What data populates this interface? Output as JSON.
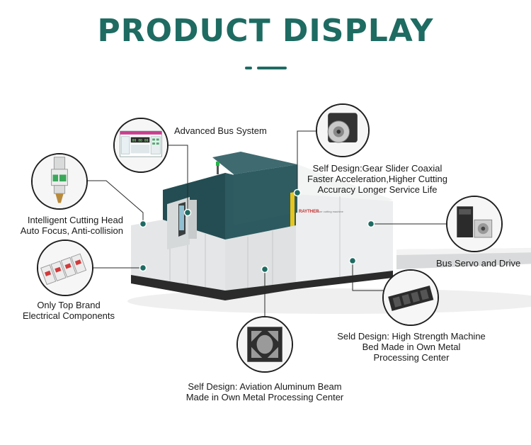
{
  "header": {
    "title": "PRODUCT DISPLAY"
  },
  "machine": {
    "brand": "RAYTHER",
    "brand_subtitle": "laser cutting machine",
    "display_digits": "00 80 00",
    "colors": {
      "accent": "#1e6b62",
      "body": "#e9ebec",
      "dark": "#2b2b2b",
      "yellow": "#e8c51a"
    }
  },
  "features": [
    {
      "id": "bus-system",
      "icon": "control-screen-icon",
      "lines": [
        "Advanced Bus System"
      ]
    },
    {
      "id": "cutting-head",
      "icon": "laser-head-icon",
      "lines": [
        "Intelligent Cutting Head",
        "Auto Focus, Anti-collision"
      ]
    },
    {
      "id": "electrical",
      "icon": "electrical-components-icon",
      "lines": [
        "Only Top Brand",
        "Electrical Components"
      ]
    },
    {
      "id": "gear-slider",
      "icon": "gear-reducer-icon",
      "lines": [
        "Self Design:Gear Slider Coaxial",
        "Faster Acceleration,Higher Cutting",
        "Accuracy Longer Service Life"
      ]
    },
    {
      "id": "servo",
      "icon": "servo-motor-icon",
      "lines": [
        "Bus Servo and Drive"
      ]
    },
    {
      "id": "machine-bed",
      "icon": "machine-bed-icon",
      "lines": [
        "Seld Design: High Strength Machine",
        "Bed Made in Own Metal",
        "Processing Center"
      ]
    },
    {
      "id": "aluminum-beam",
      "icon": "aluminum-beam-icon",
      "lines": [
        "Self Design: Aviation Aluminum Beam",
        "Made in Own Metal Processing Center"
      ]
    }
  ]
}
